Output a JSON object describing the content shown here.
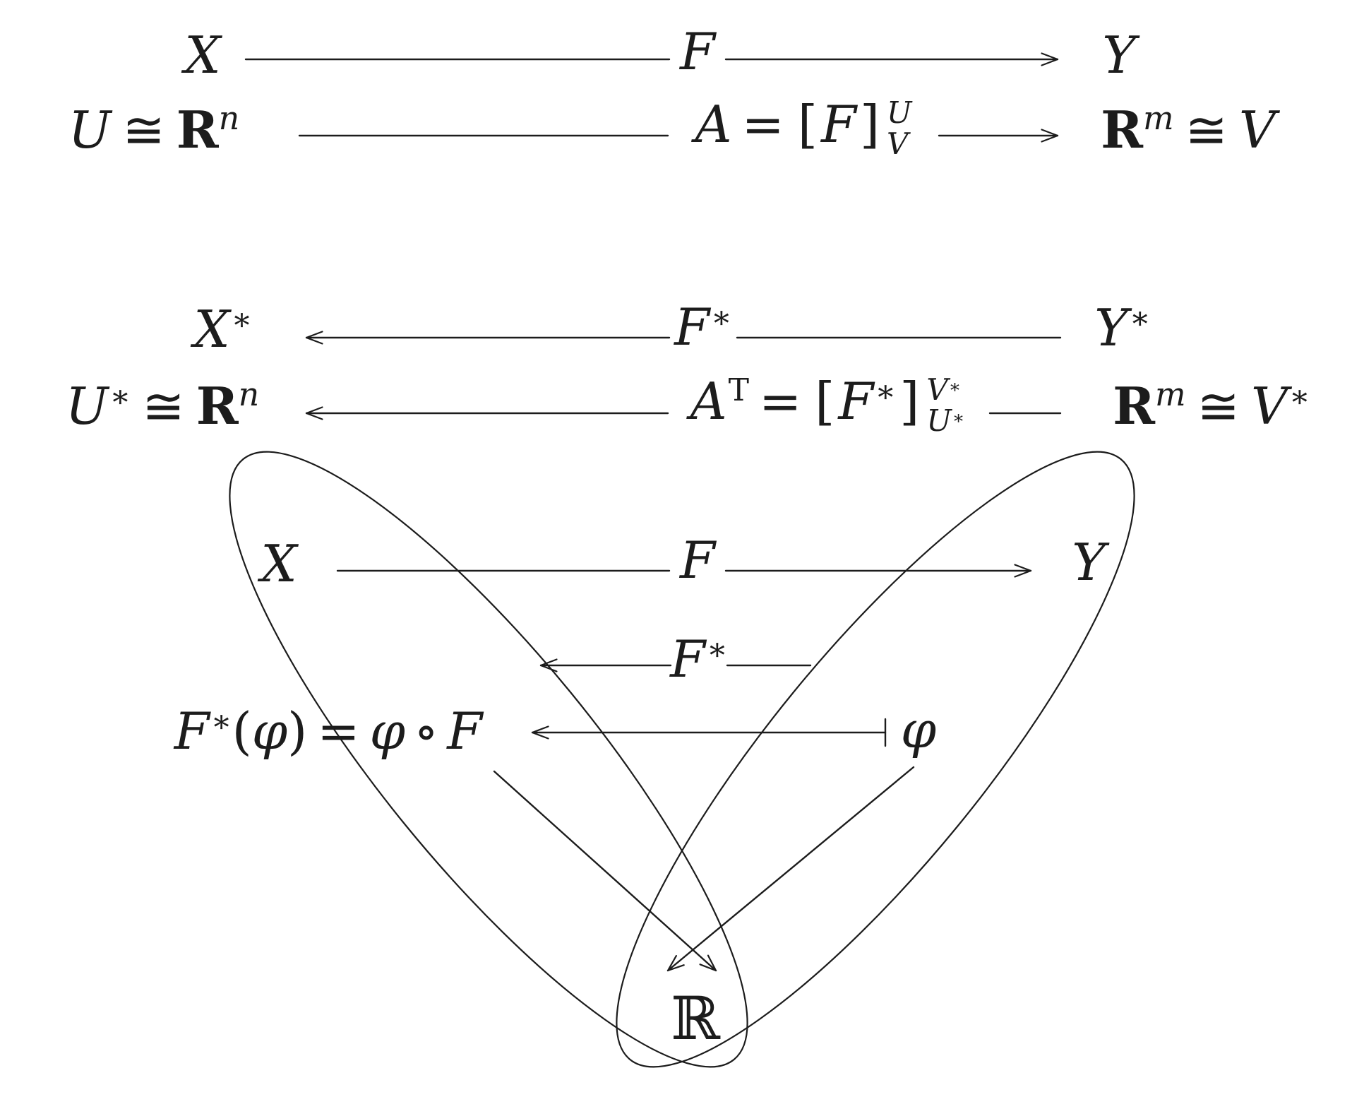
{
  "palette": {
    "ink": "#1c1c1c",
    "paper": "#ffffff"
  },
  "top": {
    "row1": {
      "src": "X",
      "map": "F",
      "dst": "Y"
    },
    "row2": {
      "src_name": "U",
      "src_iso": "≅",
      "src_space": "R",
      "src_exp": "n",
      "matrix": "A",
      "eq": "=",
      "open": "[",
      "op": "F",
      "close": "]",
      "sup": "U",
      "sub": "V",
      "dst_space": "R",
      "dst_exp": "m",
      "dst_iso": "≅",
      "dst_name": "V"
    }
  },
  "dual": {
    "row1": {
      "src": "X",
      "src_star": "∗",
      "map": "F",
      "map_star": "∗",
      "dst": "Y",
      "dst_star": "∗"
    },
    "row2": {
      "src_name": "U",
      "src_star": "∗",
      "src_iso": "≅",
      "src_space": "R",
      "src_exp": "n",
      "matrix": "A",
      "matrix_sup": "T",
      "eq": "=",
      "open": "[",
      "op": "F",
      "op_star": "∗",
      "close": "]",
      "sup_base": "V",
      "sup_star": "∗",
      "sub_base": "U",
      "sub_star": "∗",
      "dst_space": "R",
      "dst_exp": "m",
      "dst_iso": "≅",
      "dst_name": "V",
      "dst_star": "∗"
    }
  },
  "pullback": {
    "src": "X",
    "map": "F",
    "dst": "Y",
    "dual_map": "F",
    "dual_map_star": "∗",
    "expr": {
      "base": "F",
      "star": "∗",
      "open": "(",
      "arg": "φ",
      "close": ")",
      "eq": "=",
      "phi": "φ",
      "comp": "∘",
      "op": "F"
    },
    "phi": "φ",
    "reals": "ℝ"
  }
}
